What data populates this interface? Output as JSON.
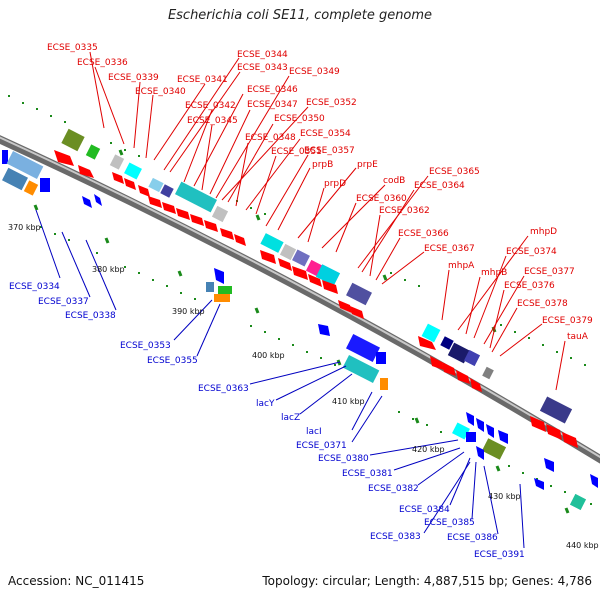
{
  "title": "Escherichia coli SE11, complete genome",
  "footer": {
    "accession": "Accession: NC_011415",
    "topology": "Topology: circular; Length: 4,887,515 bp; Genes: 4,786"
  },
  "colors": {
    "backbone": "#8c8c8c",
    "top_strand_label": "#e00000",
    "bottom_strand_label": "#0000d0",
    "forward_gene": "#ff0000",
    "reverse_gene": "#0000ff",
    "tick": "#008000"
  },
  "kbp_labels": [
    "370 kbp",
    "380 kbp",
    "390 kbp",
    "400 kbp",
    "410 kbp",
    "420 kbp",
    "430 kbp",
    "440 kbp"
  ],
  "top_labels": [
    "ECSE_0335",
    "ECSE_0336",
    "ECSE_0339",
    "ECSE_0340",
    "ECSE_0341",
    "ECSE_0344",
    "ECSE_0343",
    "ECSE_0342",
    "ECSE_0346",
    "ECSE_0345",
    "ECSE_0347",
    "ECSE_0349",
    "ECSE_0352",
    "ECSE_0350",
    "ECSE_0348",
    "ECSE_0354",
    "ECSE_0351",
    "ECSE_0357",
    "prpB",
    "prpE",
    "prpD",
    "codB",
    "ECSE_0360",
    "ECSE_0365",
    "ECSE_0364",
    "ECSE_0362",
    "ECSE_0366",
    "ECSE_0367",
    "mhpA",
    "mhpD",
    "mhpB",
    "ECSE_0374",
    "ECSE_0377",
    "ECSE_0376",
    "ECSE_0378",
    "ECSE_0379",
    "tauA"
  ],
  "bottom_labels": [
    "ECSE_0334",
    "ECSE_0337",
    "ECSE_0338",
    "ECSE_0353",
    "ECSE_0355",
    "ECSE_0363",
    "lacY",
    "lacZ",
    "lacI",
    "ECSE_0371",
    "ECSE_0380",
    "ECSE_0381",
    "ECSE_0382",
    "ECSE_0384",
    "ECSE_0385",
    "ECSE_0383",
    "ECSE_0386",
    "ECSE_0391"
  ]
}
